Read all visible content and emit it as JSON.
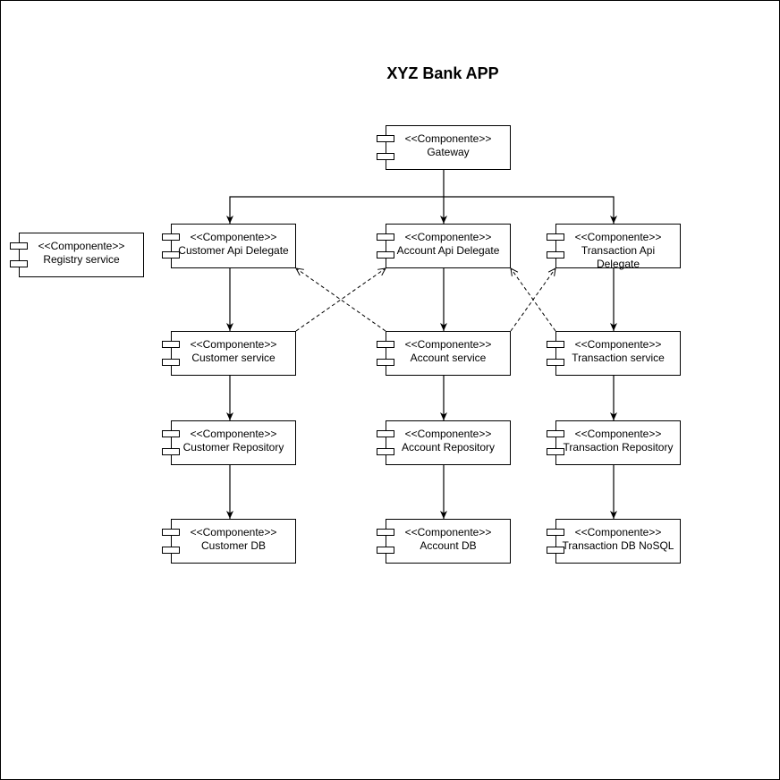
{
  "diagram": {
    "title": "XYZ Bank APP",
    "stereotype": "<<Componente>>",
    "components": {
      "gateway": "Gateway",
      "registry": "Registry service",
      "customer_api": "Customer Api Delegate",
      "account_api": "Account Api Delegate",
      "transaction_api": "Transaction Api Delegate",
      "customer_service": "Customer service",
      "account_service": "Account service",
      "transaction_service": "Transaction service",
      "customer_repo": "Customer Repository",
      "account_repo": "Account Repository",
      "transaction_repo": "Transaction Repository",
      "customer_db": "Customer DB",
      "account_db": "Account DB",
      "transaction_db": "Transaction DB NoSQL"
    }
  }
}
